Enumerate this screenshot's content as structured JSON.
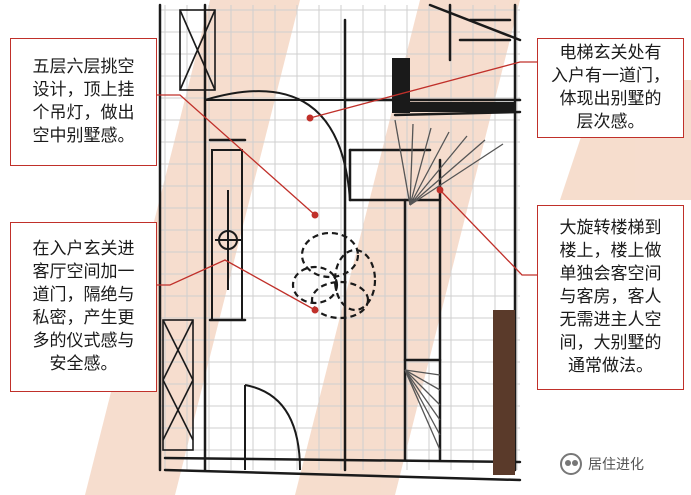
{
  "annotations": {
    "top_left": "五层六层挑空\n设计，顶上挂\n个吊灯，做出\n空中别墅感。",
    "bottom_left": "在入户玄关进\n客厅空间加一\n道门，隔绝与\n私密，产生更\n多的仪式感与\n安全感。",
    "top_right": "电梯玄关处有\n入户有一道门，\n体现出别墅的\n层次感。",
    "bottom_right": "大旋转楼梯到\n楼上，楼上做\n单独会客空间\n与客房，客人\n无需进主人空\n间，大别墅的\n通常做法。"
  },
  "watermark": {
    "text": "居住进化",
    "icon": "wechat-logo-icon"
  },
  "colors": {
    "accent_red": "#c0302a",
    "wood_brown": "#5a3a2a",
    "watermark_orange": "#f3d2bd"
  }
}
